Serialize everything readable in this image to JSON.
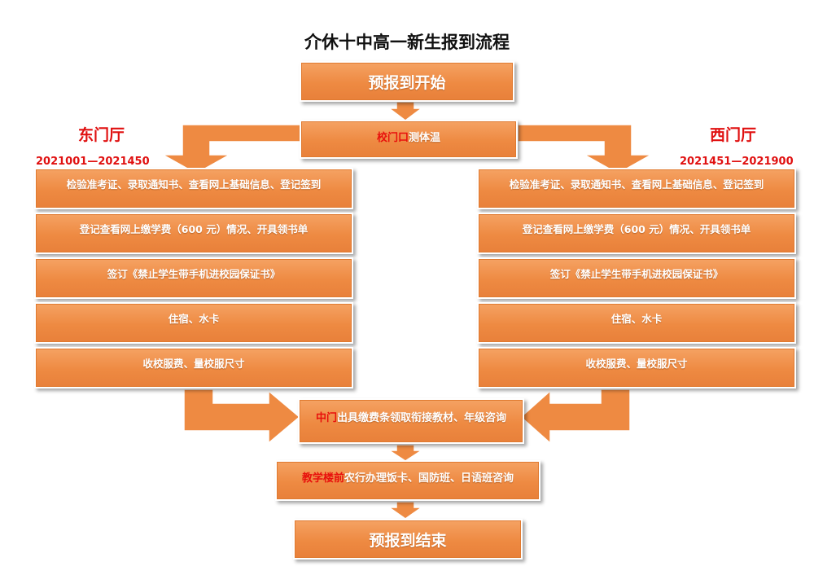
{
  "title": "介休十中高一新生报到流程",
  "start": "预报到开始",
  "checkpoint": {
    "highlight": "校门口",
    "text": "测体温"
  },
  "east": {
    "gate": "东门厅",
    "range": "2021001—2021450",
    "steps": [
      "检验准考证、录取通知书、查看网上基础信息、登记签到",
      "登记查看网上缴学费（600 元）情况、开具领书单",
      "签订《禁止学生带手机进校园保证书》",
      "住宿、水卡",
      "收校服费、量校服尺寸"
    ]
  },
  "west": {
    "gate": "西门厅",
    "range": "2021451—2021900",
    "steps": [
      "检验准考证、录取通知书、查看网上基础信息、登记签到",
      "登记查看网上缴学费（600 元）情况、开具领书单",
      "签订《禁止学生带手机进校园保证书》",
      "住宿、水卡",
      "收校服费、量校服尺寸"
    ]
  },
  "middle": {
    "highlight": "中门",
    "text": "出具缴费条领取衔接教材、年级咨询"
  },
  "front": {
    "highlight": "教学楼前",
    "text": "农行办理饭卡、国防班、日语班咨询"
  },
  "end": "预报到结束",
  "colors": {
    "box": "#ee8a42",
    "highlight": "#e8100c",
    "label": "#e01010"
  }
}
